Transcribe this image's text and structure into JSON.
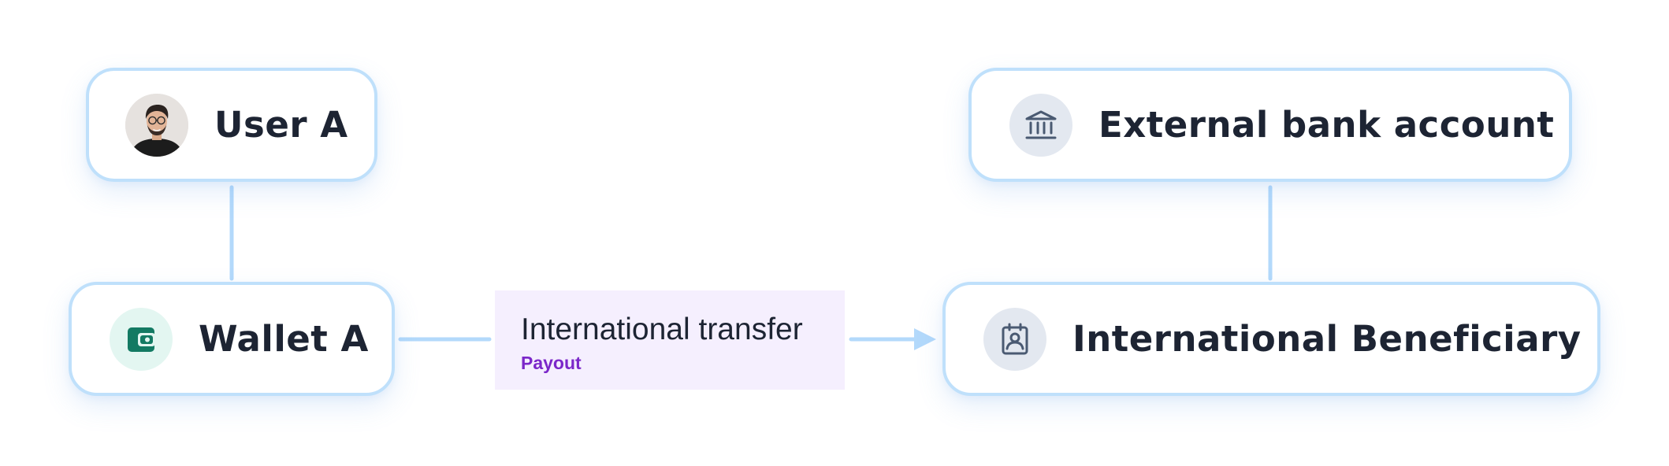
{
  "nodes": {
    "user_a": {
      "label": "User A",
      "icon": "user-avatar-icon"
    },
    "external_bank": {
      "label": "External bank account",
      "icon": "bank-icon"
    },
    "wallet_a": {
      "label": "Wallet A",
      "icon": "wallet-icon"
    },
    "intl_beneficiary": {
      "label": "International Beneficiary",
      "icon": "beneficiary-badge-icon"
    }
  },
  "transfer": {
    "title": "International transfer",
    "tag": "Payout"
  },
  "colors": {
    "node_border": "#bfe0fb",
    "connector": "#b3d9fb",
    "text": "#1d2433",
    "transfer_bg": "#f5effe",
    "transfer_tag": "#7b27c9",
    "wallet_icon": "#137a63",
    "wallet_icon_bg": "#e3f6f1",
    "bank_icon": "#4a5a72",
    "icon_bg_gray": "#e3e8f0"
  },
  "edges": [
    {
      "from": "user_a",
      "to": "wallet_a",
      "arrow": false
    },
    {
      "from": "external_bank",
      "to": "intl_beneficiary",
      "arrow": false
    },
    {
      "from": "wallet_a",
      "to": "transfer",
      "arrow": false
    },
    {
      "from": "transfer",
      "to": "intl_beneficiary",
      "arrow": true
    }
  ]
}
